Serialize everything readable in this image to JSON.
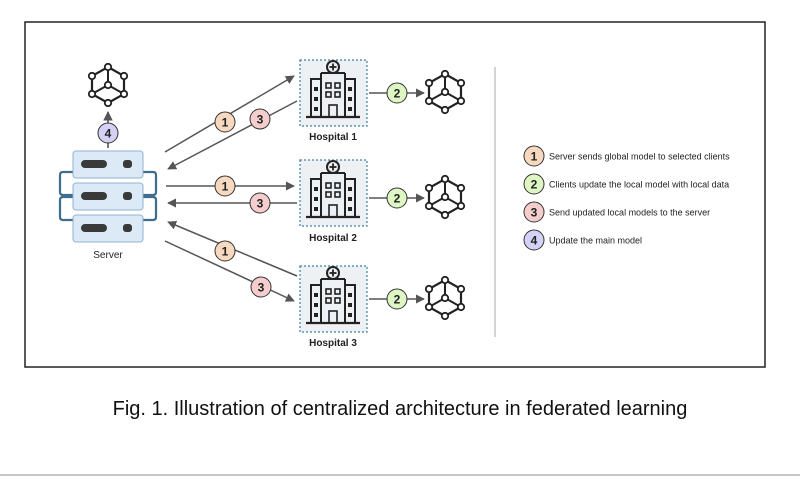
{
  "server": {
    "label": "Server"
  },
  "hospitals": [
    {
      "label": "Hospital 1"
    },
    {
      "label": "Hospital 2"
    },
    {
      "label": "Hospital 3"
    }
  ],
  "steps": {
    "s1": "1",
    "s2": "2",
    "s3": "3",
    "s4": "4"
  },
  "legend": [
    {
      "num": "1",
      "text": "Server sends global model to selected clients",
      "color": "#f7d9bf"
    },
    {
      "num": "2",
      "text": "Clients update the local model with local data",
      "color": "#def5c4"
    },
    {
      "num": "3",
      "text": "Send updated local models to the server",
      "color": "#f5cdcd"
    },
    {
      "num": "4",
      "text": "Update the main model",
      "color": "#d4d1f4"
    }
  ],
  "colors": {
    "step1": "#f7d9bf",
    "step2": "#def5c4",
    "step3": "#f5cdcd",
    "step4": "#d4d1f4",
    "server_fill": "#dce9f7",
    "server_border": "#3f6d8b",
    "hospital_bg": "#eef1f4",
    "hospital_border": "#3d7fa6"
  },
  "caption": "Fig. 1.  Illustration of centralized architecture in federated learning"
}
